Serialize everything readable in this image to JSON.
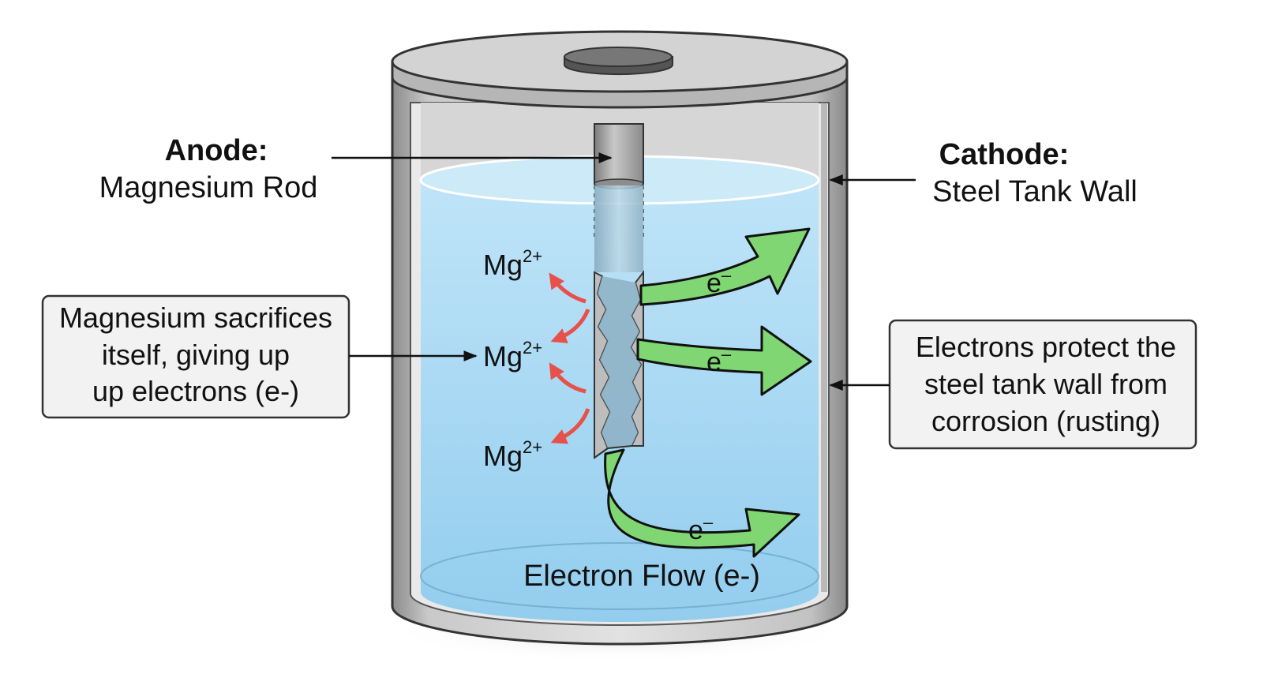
{
  "labels": {
    "anode_title": "Anode:",
    "anode_sub": "Magnesium Rod",
    "cathode_title": "Cathode:",
    "cathode_sub": "Steel Tank Wall",
    "electron_flow": "Electron Flow (e-)"
  },
  "callouts": {
    "left": {
      "line1": "Magnesium sacrifices",
      "line2": "itself, giving up",
      "line3": "up electrons (e-)"
    },
    "right": {
      "line1": "Electrons protect the",
      "line2": "steel tank wall from",
      "line3": "corrosion (rusting)"
    }
  },
  "ions": [
    {
      "base": "Mg",
      "sup": "2+"
    },
    {
      "base": "Mg",
      "sup": "2+"
    },
    {
      "base": "Mg",
      "sup": "2+"
    }
  ],
  "electron_arrows": [
    {
      "label": "e",
      "sup": "–"
    },
    {
      "label": "e",
      "sup": "–"
    },
    {
      "label": "e",
      "sup": "–"
    }
  ],
  "colors": {
    "water": "#a9d8f2",
    "water_surface": "#cdeaf9",
    "steel": "#b9b9b9",
    "lid": "#d4d4d4",
    "electron_arrow": "#7fd672",
    "ion_arrow": "#e8504a",
    "callout_bg": "#f2f2f2"
  }
}
